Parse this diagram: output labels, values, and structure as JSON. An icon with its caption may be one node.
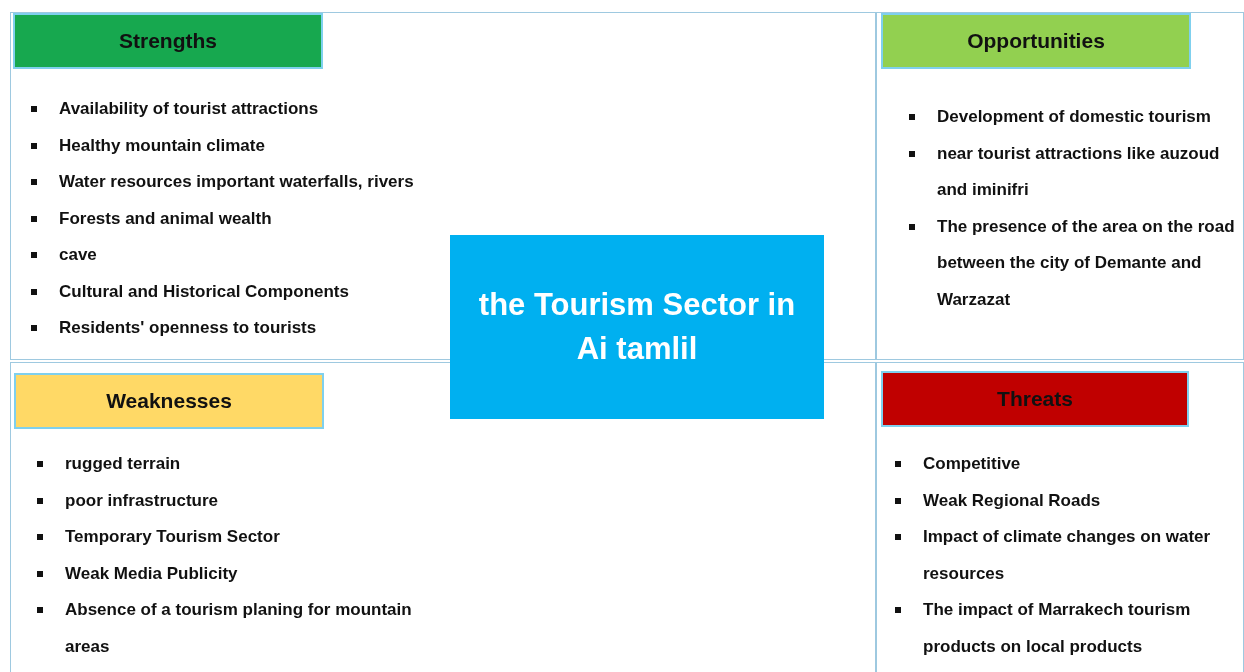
{
  "diagram": {
    "nodes": [
      {
        "text": [
          "Availability of tourist attractions",
          "Healthy mountain climate",
          "Water resources important waterfalls,  rivers",
          "Forests and animal wealth",
          "cave",
          "Cultural and Historical Components",
          "Residents' openness to tourists"
        ]
      },
      {
        "text": [
          "Strengths"
        ],
        "in": 0
      },
      {
        "text": [
          "Development of domestic tourism",
          "near tourist attractions like auzoud and iminifri",
          "The presence of the area on the road between the city of Demante and  Warzazat"
        ]
      },
      {
        "text": [
          "Opportunities"
        ],
        "in": 2
      },
      {
        "text": [
          "the Tourism Sector in Ai tamlil"
        ]
      },
      {
        "text": [
          "rugged terrain",
          "poor infrastructure",
          "Temporary Tourism Sector",
          "Weak Media Publicity",
          "Absence of a tourism planing for mountain areas"
        ]
      },
      {
        "text": [
          "Weaknesses"
        ],
        "in": 5
      },
      {
        "text": [
          "Competitive",
          "Weak Regional Roads",
          "Impact of climate changes on water resources",
          "The impact of Marrakech tourism products on local products"
        ]
      },
      {
        "text": [
          "Threats"
        ],
        "in": 7
      }
    ],
    "edges": []
  }
}
